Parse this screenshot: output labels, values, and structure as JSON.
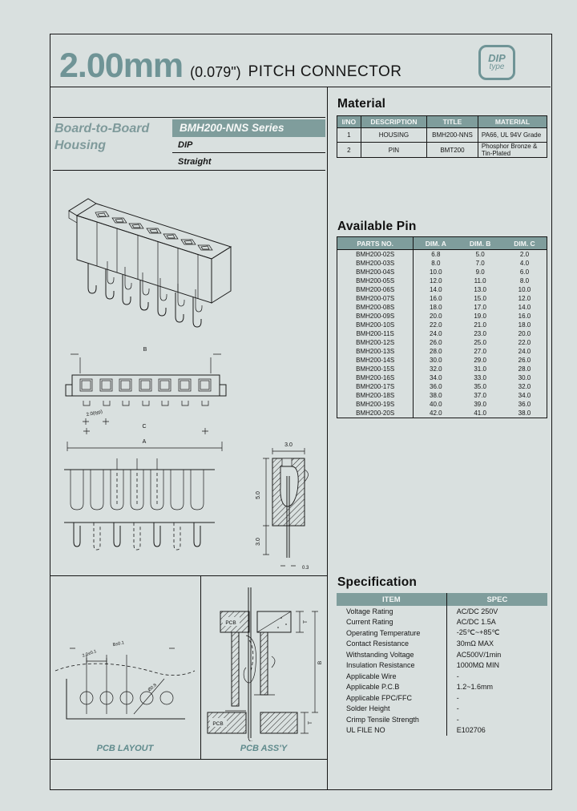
{
  "header": {
    "title_mm": "2.00mm",
    "title_inch": "(0.079\")",
    "title_rest": "PITCH CONNECTOR",
    "badge_line1": "DIP",
    "badge_line2": "type"
  },
  "series": {
    "product_line1": "Board-to-Board",
    "product_line2": "Housing",
    "name": "BMH200-NNS Series",
    "mount": "DIP",
    "orientation": "Straight"
  },
  "material": {
    "heading": "Material",
    "columns": [
      "I/NO",
      "DESCRIPTION",
      "TITLE",
      "MATERIAL"
    ],
    "rows": [
      [
        "1",
        "HOUSING",
        "BMH200-NNS",
        "PA66, UL 94V Grade"
      ],
      [
        "2",
        "PIN",
        "BMT200",
        "Phosphor Bronze & Tin-Plated"
      ]
    ]
  },
  "available_pin": {
    "heading": "Available Pin",
    "columns": [
      "PARTS NO.",
      "DIM. A",
      "DIM. B",
      "DIM. C"
    ],
    "rows": [
      [
        "BMH200-02S",
        "6.8",
        "5.0",
        "2.0"
      ],
      [
        "BMH200-03S",
        "8.0",
        "7.0",
        "4.0"
      ],
      [
        "BMH200-04S",
        "10.0",
        "9.0",
        "6.0"
      ],
      [
        "BMH200-05S",
        "12.0",
        "11.0",
        "8.0"
      ],
      [
        "BMH200-06S",
        "14.0",
        "13.0",
        "10.0"
      ],
      [
        "BMH200-07S",
        "16.0",
        "15.0",
        "12.0"
      ],
      [
        "BMH200-08S",
        "18.0",
        "17.0",
        "14.0"
      ],
      [
        "BMH200-09S",
        "20.0",
        "19.0",
        "16.0"
      ],
      [
        "BMH200-10S",
        "22.0",
        "21.0",
        "18.0"
      ],
      [
        "BMH200-11S",
        "24.0",
        "23.0",
        "20.0"
      ],
      [
        "BMH200-12S",
        "26.0",
        "25.0",
        "22.0"
      ],
      [
        "BMH200-13S",
        "28.0",
        "27.0",
        "24.0"
      ],
      [
        "BMH200-14S",
        "30.0",
        "29.0",
        "26.0"
      ],
      [
        "BMH200-15S",
        "32.0",
        "31.0",
        "28.0"
      ],
      [
        "BMH200-16S",
        "34.0",
        "33.0",
        "30.0"
      ],
      [
        "BMH200-17S",
        "36.0",
        "35.0",
        "32.0"
      ],
      [
        "BMH200-18S",
        "38.0",
        "37.0",
        "34.0"
      ],
      [
        "BMH200-19S",
        "40.0",
        "39.0",
        "36.0"
      ],
      [
        "BMH200-20S",
        "42.0",
        "41.0",
        "38.0"
      ]
    ]
  },
  "specification": {
    "heading": "Specification",
    "columns": [
      "ITEM",
      "SPEC"
    ],
    "rows": [
      [
        "Voltage Rating",
        "AC/DC 250V"
      ],
      [
        "Current Rating",
        "AC/DC 1.5A"
      ],
      [
        "Operating Temperature",
        "-25℃~+85℃"
      ],
      [
        "Contact Resistance",
        "30mΩ MAX"
      ],
      [
        "Withstanding Voltage",
        "AC500V/1min"
      ],
      [
        "Insulation Resistance",
        "1000MΩ MIN"
      ],
      [
        "Applicable Wire",
        "-"
      ],
      [
        "Applicable P.C.B",
        "1.2~1.6mm"
      ],
      [
        "Applicable FPC/FFC",
        "-"
      ],
      [
        "Solder Height",
        "-"
      ],
      [
        "Crimp Tensile Strength",
        "-"
      ],
      [
        "UL FILE NO",
        "E102706"
      ]
    ]
  },
  "drawings": {
    "top_view": {
      "dim_b": "B",
      "pitch": "2.0(typ)",
      "dim_c": "C",
      "dim_a": "A"
    },
    "side_view": {
      "width": "3.0",
      "height_upper": "5.0",
      "height_lower": "3.0",
      "pin_thickness": "0.3"
    },
    "pcb_layout": {
      "caption": "PCB LAYOUT",
      "pitch": "2.0±0.1",
      "span": "B±0.1",
      "hole": "Ø0.8"
    },
    "pcb_assy": {
      "caption": "PCB ASS'Y",
      "board": "PCB",
      "thickness": "T",
      "height": "B"
    }
  },
  "colors": {
    "accent_teal": "#6f9496",
    "header_band": "#7f9d9c",
    "background": "#d9e0df"
  }
}
